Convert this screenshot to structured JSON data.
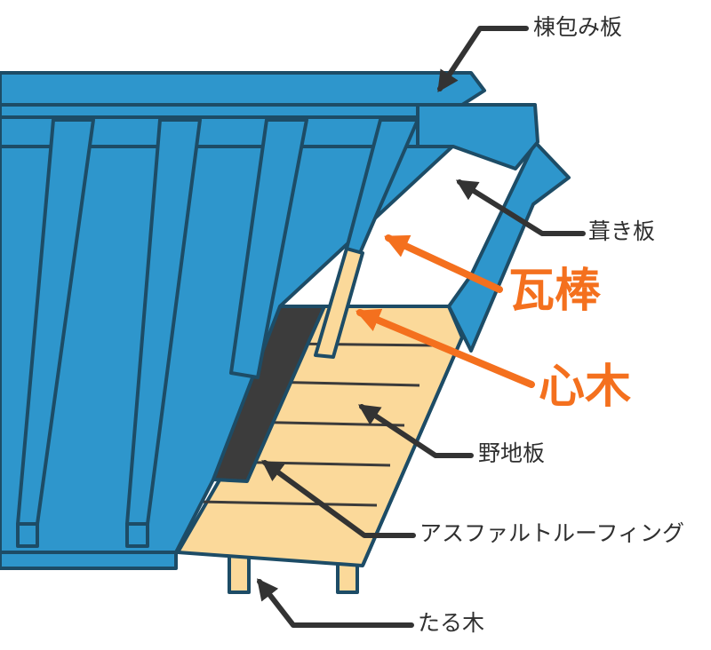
{
  "labels": {
    "ridge_cover": "棟包み板",
    "roofing_sheet": "葺き板",
    "batten": "瓦棒",
    "core_wood": "心木",
    "sheathing": "野地板",
    "asphalt_roofing": "アスファルトルーフィング",
    "rafter": "たる木"
  },
  "colors": {
    "roof_blue": "#2e96cc",
    "outline": "#1d4c66",
    "wood": "#fbd99a",
    "wood_line": "#3b3b3b",
    "felt": "#3c3c3c",
    "leader": "#333333",
    "highlight": "#f4701e"
  }
}
